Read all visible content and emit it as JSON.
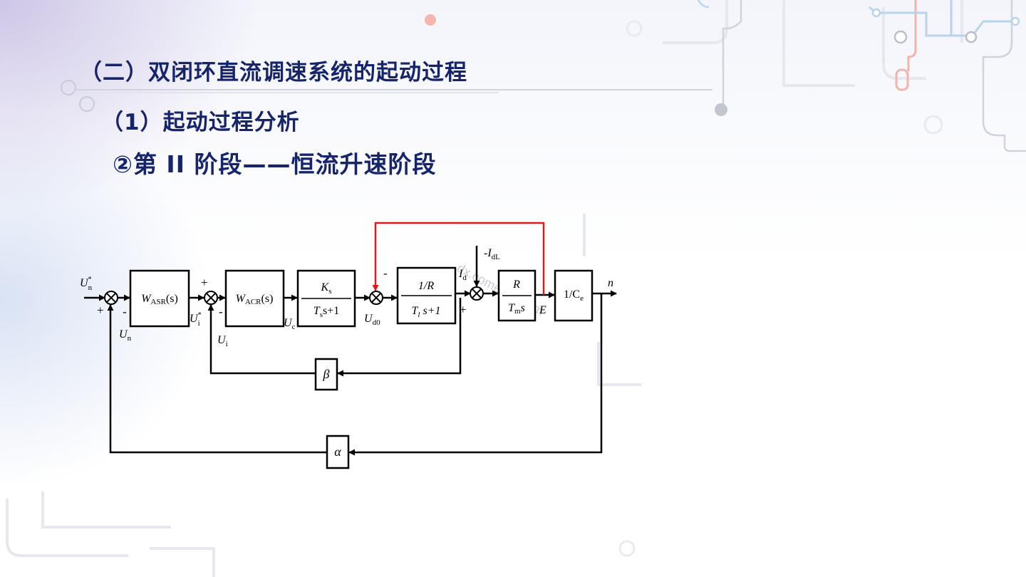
{
  "headings": {
    "section": "（二）双闭环直流调速系统的起动过程",
    "subsection": "（1）起动过程分析",
    "stage": "②第 II 阶段——恒流升速阶段"
  },
  "colors": {
    "heading": "#16256b",
    "highlight_path": "#e0191c",
    "diagram_line": "#000000"
  },
  "diagram": {
    "blocks": {
      "asr": {
        "main": "W",
        "sub": "ASR",
        "tail": "(s)"
      },
      "acr": {
        "main": "W",
        "sub": "ACR",
        "tail": "(s)"
      },
      "converter": {
        "num_main": "K",
        "num_sub": "s",
        "den_main": "T",
        "den_sub": "s",
        "den_tail": "s+1"
      },
      "armature": {
        "num": "1/R",
        "den_main": "T",
        "den_sub": "l",
        "den_tail": " s+1"
      },
      "mechanical": {
        "num": "R",
        "den_main": "T",
        "den_sub": "m",
        "den_tail": "s"
      },
      "emf": {
        "main": "1/C",
        "sub": "e"
      },
      "beta": "β",
      "alpha": "α"
    },
    "signals": {
      "un_ref": {
        "main": "U",
        "sup": "*",
        "sub": "n"
      },
      "un": {
        "main": "U",
        "sub": "n"
      },
      "ui_ref": {
        "main": "U",
        "sup": "*",
        "sub": "i"
      },
      "ui": {
        "main": "U",
        "sub": "i"
      },
      "uc": {
        "main": "U",
        "sub": "c"
      },
      "ud0": {
        "main": "U",
        "sub": "d0"
      },
      "id": {
        "main": "I",
        "sub": "d"
      },
      "idl": {
        "pre": "-",
        "main": "I",
        "sub": "dL"
      },
      "e": "E",
      "n": "n"
    },
    "signs": {
      "s1_plus": "+",
      "s1_minus": "-",
      "s2_plus": "+",
      "s2_minus": "-",
      "s3_minus": "-",
      "s4_plus": "+"
    }
  },
  "watermark": "dx.comesch.com"
}
